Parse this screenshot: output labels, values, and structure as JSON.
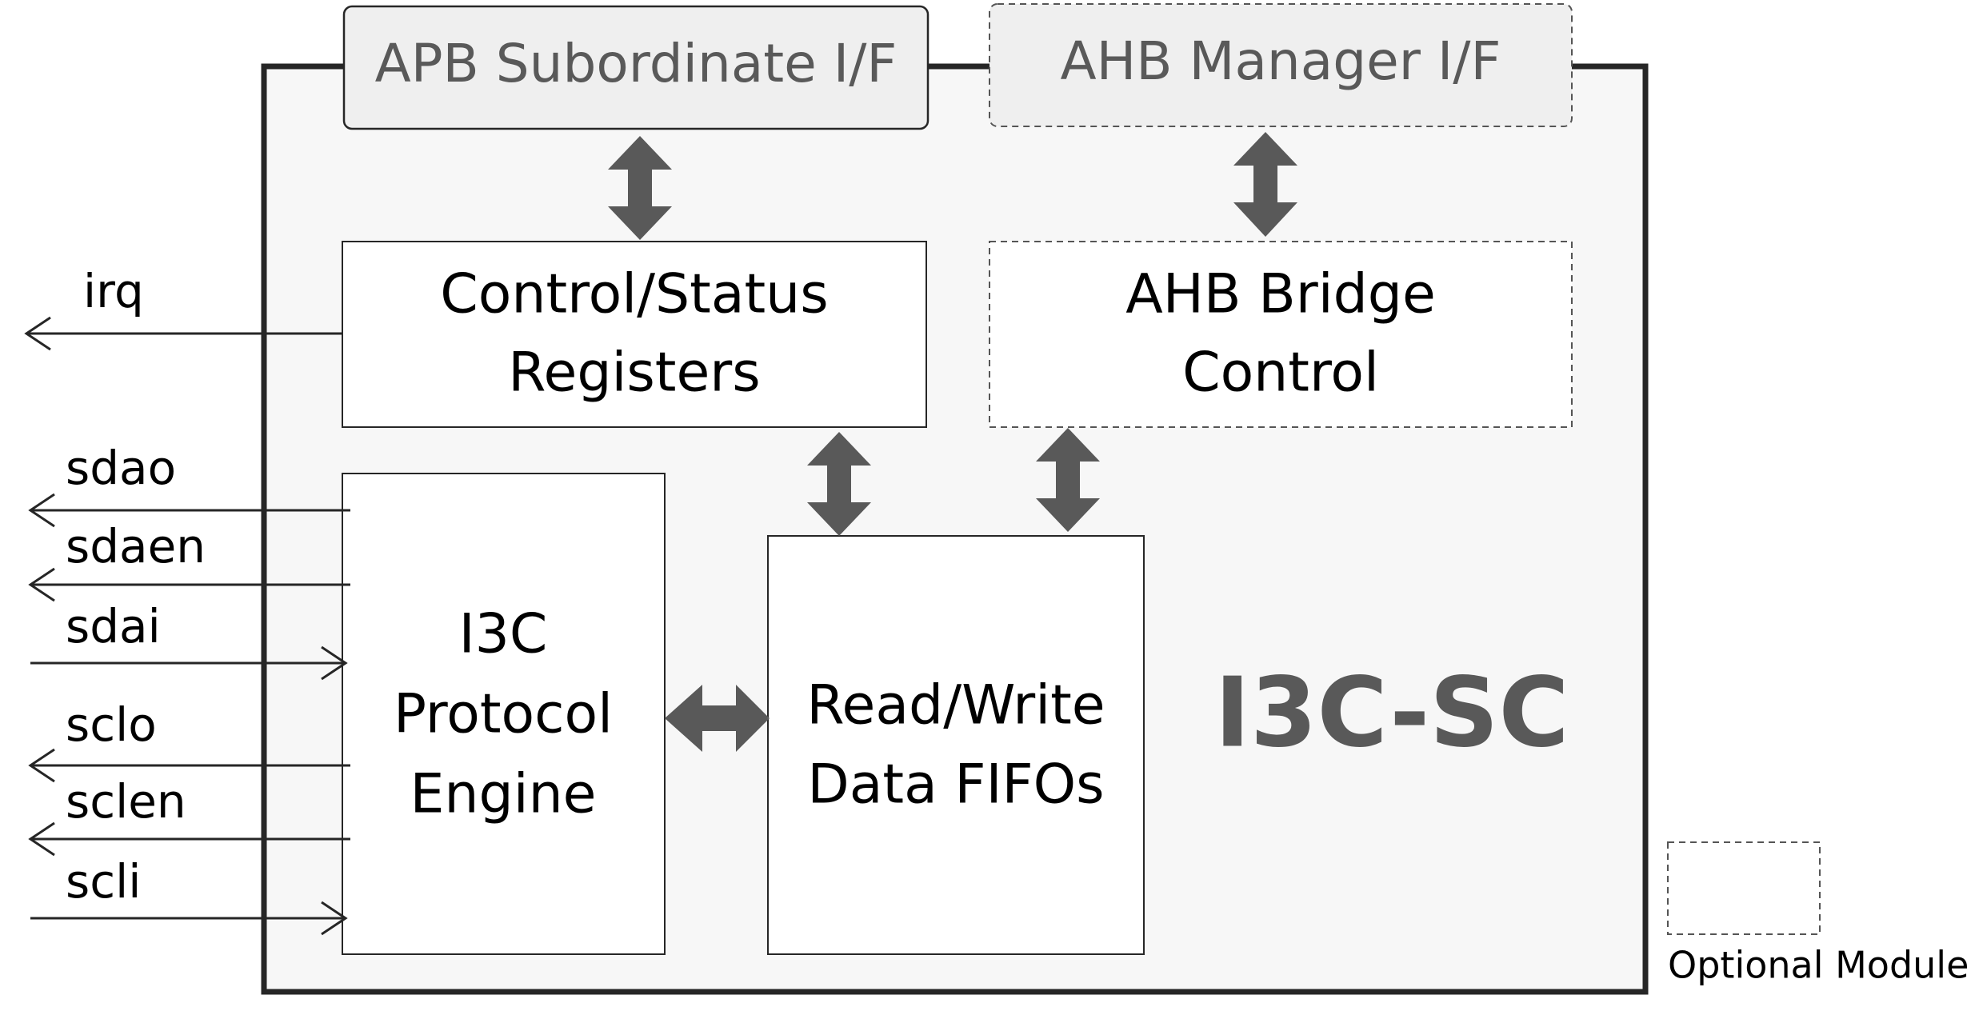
{
  "core": {
    "title": "I3C-SC"
  },
  "blocks": {
    "apb": {
      "label": "APB Subordinate I/F"
    },
    "ahb_if": {
      "label": "AHB Manager I/F"
    },
    "csr": {
      "line1": "Control/Status",
      "line2": "Registers"
    },
    "ahb_bridge": {
      "line1": "AHB Bridge",
      "line2": "Control"
    },
    "protocol": {
      "line1": "I3C",
      "line2": "Protocol",
      "line3": "Engine"
    },
    "fifos": {
      "line1": "Read/Write",
      "line2": "Data FIFOs"
    }
  },
  "signals": {
    "irq": "irq",
    "sdao": "sdao",
    "sdaen": "sdaen",
    "sdai": "sdai",
    "sclo": "sclo",
    "sclen": "sclen",
    "scli": "scli"
  },
  "legend": {
    "label": "Optional Module"
  },
  "colors": {
    "core_fill": "#f7f7f7",
    "interface_fill": "#efefef",
    "arrow": "#595959",
    "title": "#595959"
  }
}
